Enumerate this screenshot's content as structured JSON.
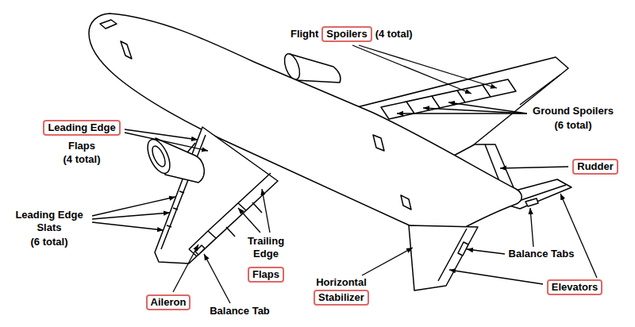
{
  "diagram": {
    "nodes": [
      {
        "text": [
          "Spoilers"
        ]
      },
      {
        "text": [
          "Leading Edge"
        ]
      },
      {
        "text": [
          "Rudder"
        ]
      },
      {
        "text": [
          "Flaps"
        ]
      },
      {
        "text": [
          "Elevators"
        ]
      },
      {
        "text": [
          "Stabilizer"
        ]
      },
      {
        "text": [
          "Aileron"
        ]
      }
    ],
    "labels": [
      "Flight",
      "(4 total)",
      "Ground Spoilers",
      "(6 total)",
      "Flaps",
      "(4 total)",
      "Leading Edge Slats",
      "(6 total)",
      "Trailing Edge",
      "Balance Tabs",
      "Horizontal",
      "Balance Tab"
    ]
  }
}
